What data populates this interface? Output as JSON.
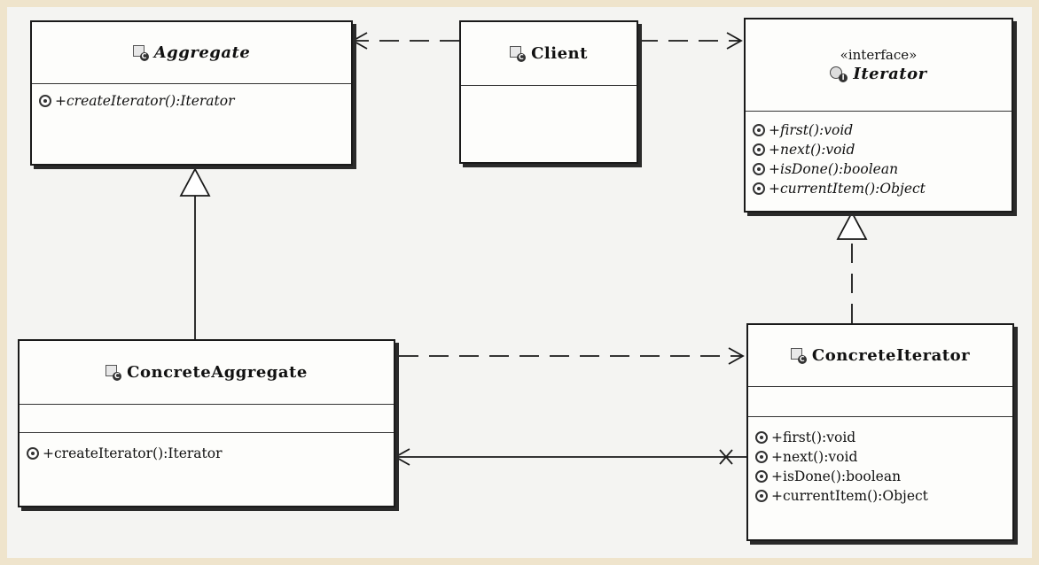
{
  "diagram": {
    "classes": {
      "aggregate": {
        "name": "Aggregate",
        "operations": [
          "+createIterator():Iterator"
        ]
      },
      "client": {
        "name": "Client",
        "operations": []
      },
      "iterator": {
        "stereotype": "«interface»",
        "name": "Iterator",
        "operations": [
          "+first():void",
          "+next():void",
          "+isDone():boolean",
          "+currentItem():Object"
        ]
      },
      "concrete_aggregate": {
        "name": "ConcreteAggregate",
        "operations": [
          "+createIterator():Iterator"
        ]
      },
      "concrete_iterator": {
        "name": "ConcreteIterator",
        "operations": [
          "+first():void",
          "+next():void",
          "+isDone():boolean",
          "+currentItem():Object"
        ]
      }
    },
    "relationships": [
      {
        "type": "dependency",
        "from": "Client",
        "to": "Aggregate"
      },
      {
        "type": "dependency",
        "from": "Client",
        "to": "Iterator"
      },
      {
        "type": "generalization",
        "from": "ConcreteAggregate",
        "to": "Aggregate"
      },
      {
        "type": "realization",
        "from": "ConcreteIterator",
        "to": "Iterator"
      },
      {
        "type": "dependency",
        "from": "ConcreteAggregate",
        "to": "ConcreteIterator"
      },
      {
        "type": "association",
        "from": "ConcreteIterator",
        "to": "ConcreteAggregate"
      }
    ],
    "icon_names": {
      "class": "class-icon",
      "interface": "interface-icon",
      "operation": "public-operation-icon"
    },
    "colors": {
      "background": "#f4f4f2",
      "frame": "#efe4cc",
      "line": "#1a1a1a"
    }
  }
}
